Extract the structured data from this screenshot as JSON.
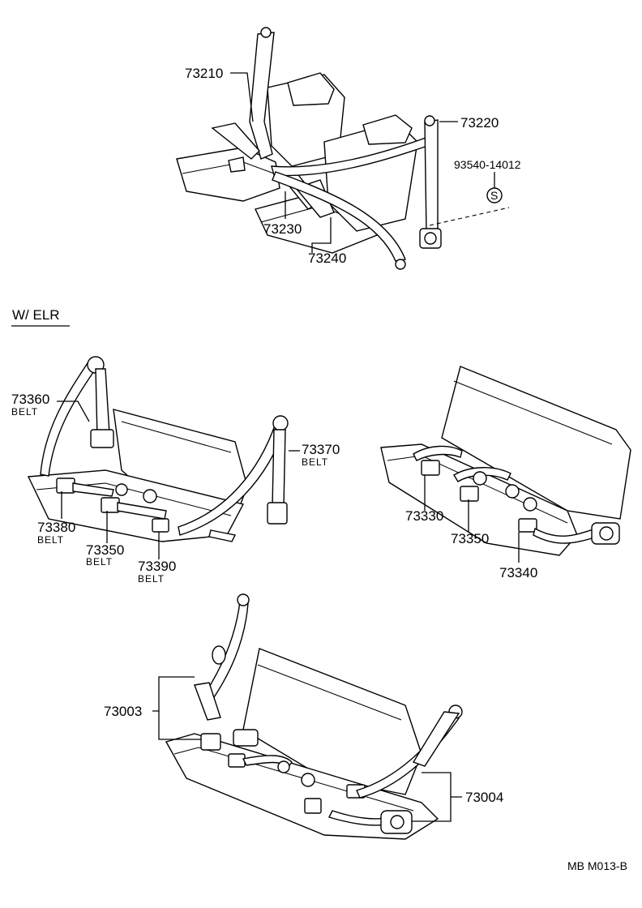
{
  "labels": {
    "p73210": "73210",
    "p73220": "73220",
    "p93540": "93540-14012",
    "s_mark": "S",
    "p73230": "73230",
    "p73240": "73240",
    "section_elr": "W/ ELR",
    "p73360": "73360",
    "p73360_sub": "BELT",
    "p73370": "73370",
    "p73370_sub": "BELT",
    "p73380": "73380",
    "p73380_sub": "BELT",
    "p73350a": "73350",
    "p73350a_sub": "BELT",
    "p73390": "73390",
    "p73390_sub": "BELT",
    "p73330": "73330",
    "p73350b": "73350",
    "p73340": "73340",
    "p73003": "73003",
    "p73004": "73004",
    "page_code": "MB  M013-B"
  }
}
